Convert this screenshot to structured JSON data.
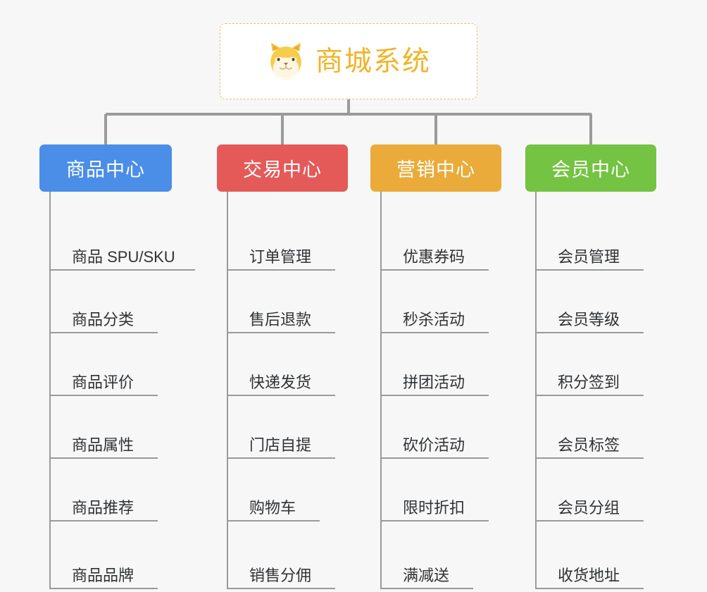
{
  "root": {
    "title": "商城系统",
    "icon": "shiba-dog-face-icon",
    "border_color": "#e8c16a",
    "text_color": "#f0b429",
    "background": "#ffffff"
  },
  "canvas": {
    "background": "#f7f7f7",
    "connector_color": "#9a9a9a"
  },
  "columns": [
    {
      "category": "商品中心",
      "color": "#4a8ee8",
      "items": [
        {
          "label": "商品 SPU/SKU",
          "rule_width": 205
        },
        {
          "label": "商品分类",
          "rule_width": 152
        },
        {
          "label": "商品评价",
          "rule_width": 152
        },
        {
          "label": "商品属性",
          "rule_width": 152
        },
        {
          "label": "商品推荐",
          "rule_width": 152
        },
        {
          "label": "商品品牌",
          "rule_width": 152
        }
      ]
    },
    {
      "category": "交易中心",
      "color": "#e45a58",
      "items": [
        {
          "label": "订单管理",
          "rule_width": 152
        },
        {
          "label": "售后退款",
          "rule_width": 152
        },
        {
          "label": "快递发货",
          "rule_width": 152
        },
        {
          "label": "门店自提",
          "rule_width": 152
        },
        {
          "label": "购物车",
          "rule_width": 130
        },
        {
          "label": "销售分佣",
          "rule_width": 152
        }
      ]
    },
    {
      "category": "营销中心",
      "color": "#eaab3a",
      "items": [
        {
          "label": "优惠券码",
          "rule_width": 152
        },
        {
          "label": "秒杀活动",
          "rule_width": 152
        },
        {
          "label": "拼团活动",
          "rule_width": 152
        },
        {
          "label": "砍价活动",
          "rule_width": 152
        },
        {
          "label": "限时折扣",
          "rule_width": 152
        },
        {
          "label": "满减送",
          "rule_width": 130
        }
      ]
    },
    {
      "category": "会员中心",
      "color": "#74c342",
      "items": [
        {
          "label": "会员管理",
          "rule_width": 152
        },
        {
          "label": "会员等级",
          "rule_width": 152
        },
        {
          "label": "积分签到",
          "rule_width": 152
        },
        {
          "label": "会员标签",
          "rule_width": 152
        },
        {
          "label": "会员分组",
          "rule_width": 152
        },
        {
          "label": "收货地址",
          "rule_width": 152
        }
      ]
    }
  ]
}
